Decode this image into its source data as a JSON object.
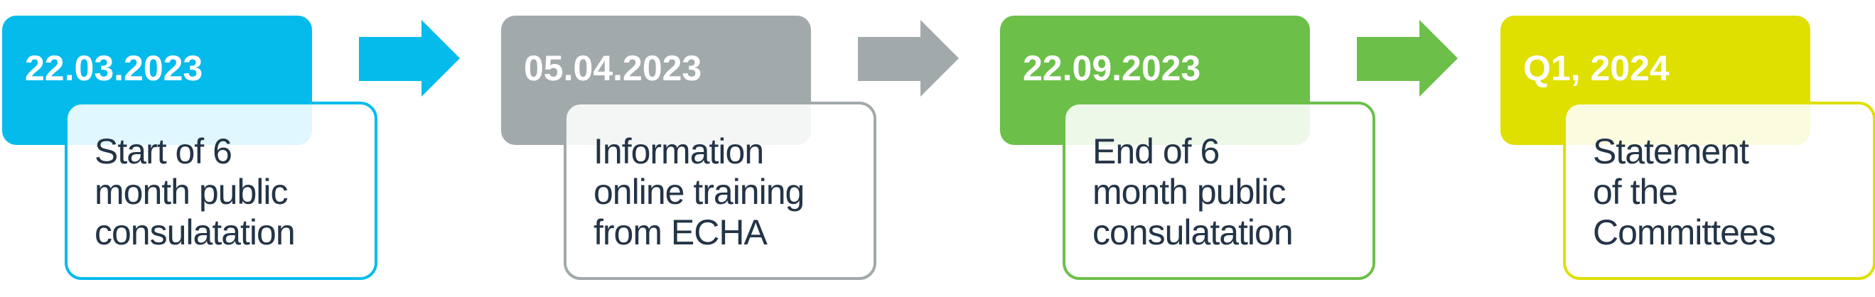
{
  "timeline": {
    "stages": [
      {
        "date": "22.03.2023",
        "description": "Start of 6\nmonth public\nconsulatation",
        "color": "#05bbec"
      },
      {
        "date": "05.04.2023",
        "description": "Information\nonline training\nfrom ECHA",
        "color": "#a2a9ab"
      },
      {
        "date": "22.09.2023",
        "description": "End of 6\nmonth public\nconsulatation",
        "color": "#6cc04a"
      },
      {
        "date": "Q1, 2024",
        "description": "Statement\nof the\nCommittees",
        "color": "#dfdf00"
      }
    ]
  }
}
